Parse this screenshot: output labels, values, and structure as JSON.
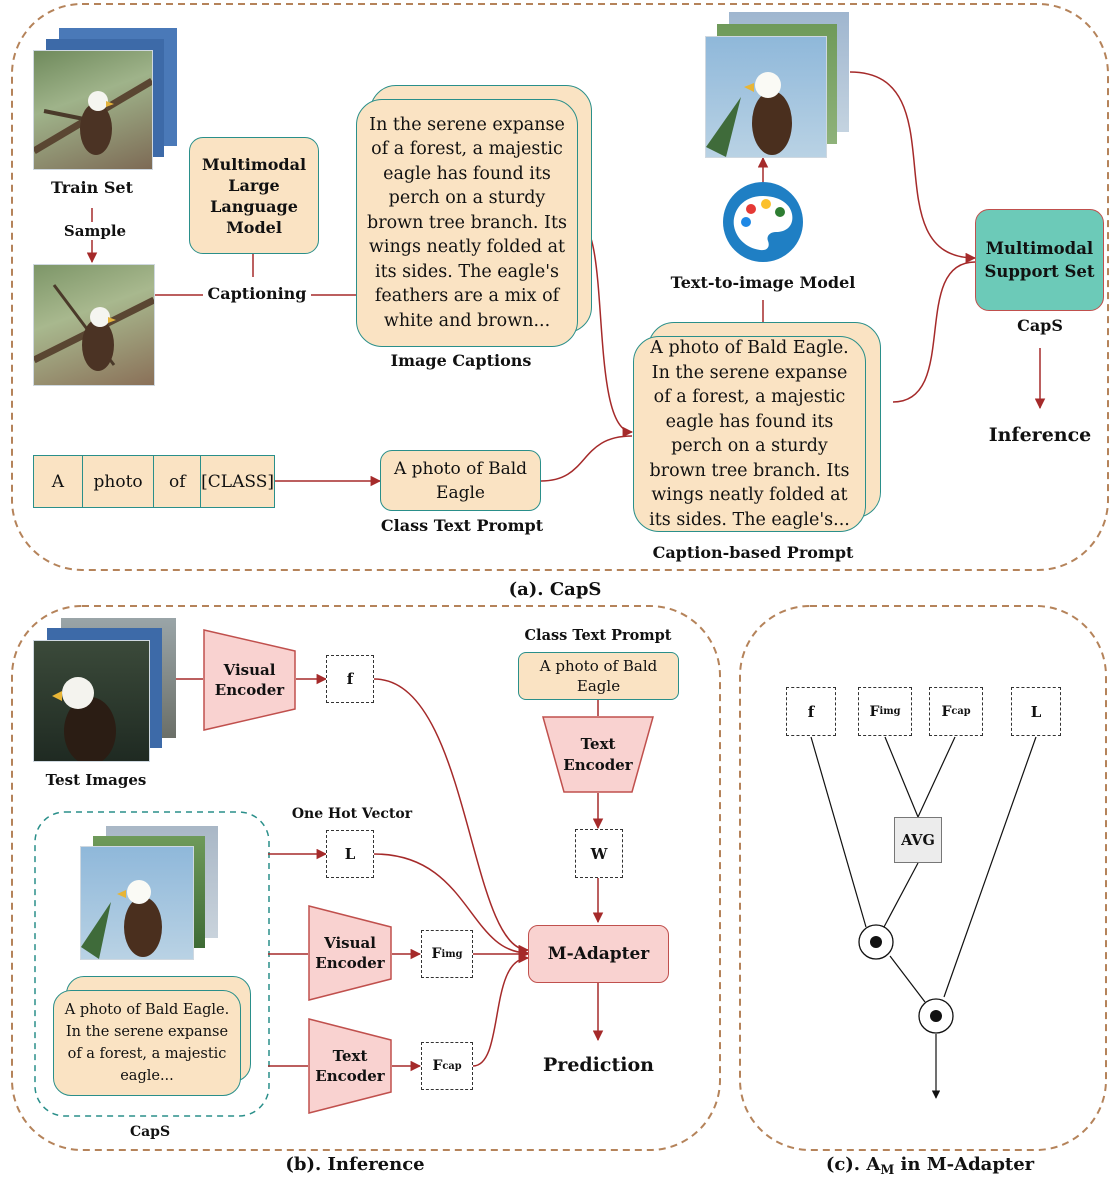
{
  "panel_a": {
    "title": "(a). CapS",
    "train_set": "Train Set",
    "sample": "Sample",
    "mllm": "Multimodal Large Language Model",
    "captioning": "Captioning",
    "image_caption_text": "In the serene expanse of a forest, a majestic eagle has found its perch on a sturdy brown tree branch. Its wings neatly folded at its sides. The eagle's feathers are a mix of white and brown...",
    "image_captions_label": "Image Captions",
    "t2i_model": "Text-to-image Model",
    "template_tokens": [
      "A",
      "photo",
      "of",
      "[CLASS]"
    ],
    "class_prompt_text": "A photo of Bald Eagle",
    "class_text_prompt_label": "Class Text Prompt",
    "caption_prompt_text": "A photo of Bald Eagle. In the serene expanse of a forest, a majestic eagle has found its perch on a sturdy brown tree branch. Its wings neatly folded at its sides. The eagle's...",
    "caption_based_prompt_label": "Caption-based Prompt",
    "support_set": "Multimodal Support Set",
    "caps": "CapS",
    "inference": "Inference"
  },
  "panel_b": {
    "title": "(b). Inference",
    "test_images": "Test Images",
    "visual_encoder": "Visual Encoder",
    "text_encoder": "Text Encoder",
    "f": "f",
    "class_text_prompt_label": "Class Text Prompt",
    "class_prompt_text": "A photo of Bald Eagle",
    "w": "W",
    "one_hot_vector": "One Hot Vector",
    "l": "L",
    "f_img_base": "F",
    "f_img_sub": "img",
    "f_cap_base": "F",
    "f_cap_sub": "cap",
    "m_adapter": "M-Adapter",
    "prediction": "Prediction",
    "caps_caption_text": "A photo of Bald Eagle. In the serene expanse of a forest, a majestic eagle...",
    "caps": "CapS"
  },
  "panel_c": {
    "title_prefix": "(c). A",
    "title_sub": "M",
    "title_suffix": " in M-Adapter",
    "f": "f",
    "f_img_base": "F",
    "f_img_sub": "img",
    "f_cap_base": "F",
    "f_cap_sub": "cap",
    "l": "L",
    "avg": "AVG"
  },
  "colors": {
    "panel_border": "#b5835a",
    "arrow": "#a52a2a",
    "cream": "#fae3c3",
    "teal_border": "#2a8f8a",
    "pink": "#f9d2d0",
    "support_set": "#6ccab8"
  }
}
